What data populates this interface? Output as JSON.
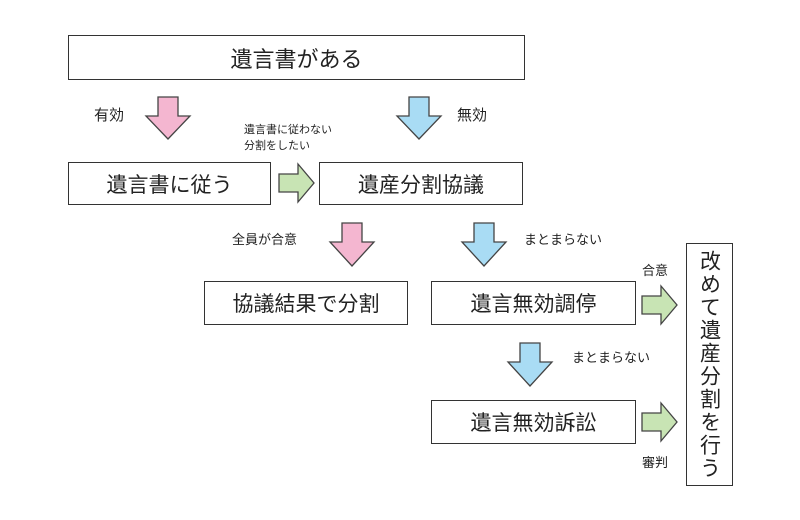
{
  "nodes": {
    "has_will": "遺言書がある",
    "follow_will": "遺言書に従う",
    "division_talks": "遺産分割協議",
    "divide_by_result": "協議結果で分割",
    "invalid_mediation": "遺言無効調停",
    "invalid_lawsuit": "遺言無効訴訟",
    "redo_division": "改めて遺産分割を行う"
  },
  "labels": {
    "valid": "有効",
    "invalid": "無効",
    "want_division_line1": "遺言書に従わない",
    "want_division_line2": "分割をしたい",
    "all_agree": "全員が合意",
    "not_settled_1": "まとまらない",
    "agreement": "合意",
    "not_settled_2": "まとまらない",
    "judgment": "審判"
  },
  "colors": {
    "pink_arrow": "#f4b6d0",
    "blue_arrow": "#a9dcf4",
    "green_arrow": "#c8e4b4",
    "outline": "#444444"
  }
}
